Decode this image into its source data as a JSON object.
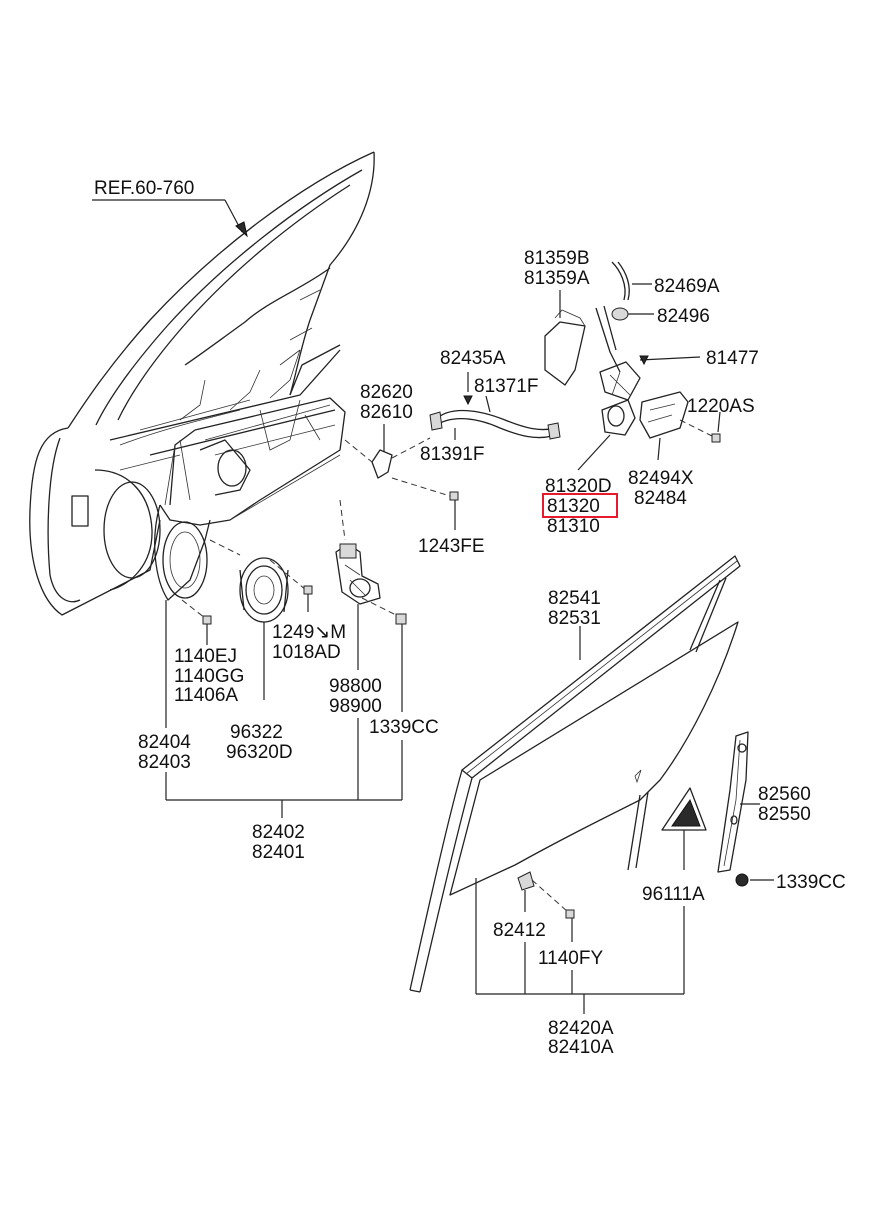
{
  "colors": {
    "highlight": "#e8192c",
    "line": "#222222",
    "background": "#ffffff"
  },
  "highlighted_part": "81320",
  "labels": {
    "ref": "REF.60-760",
    "p81359b": "81359B",
    "p81359a": "81359A",
    "p82469a": "82469A",
    "p82496": "82496",
    "p82435a": "82435A",
    "p81477": "81477",
    "p82620": "82620",
    "p82610": "82610",
    "p81371f": "81371F",
    "p1220as": "1220AS",
    "p81391f": "81391F",
    "p81320d": "81320D",
    "p81320": "81320",
    "p81310": "81310",
    "p82494x": "82494X",
    "p82484": "82484",
    "p1243fe": "1243FE",
    "p82541": "82541",
    "p82531": "82531",
    "p1249m": "1249↘M",
    "p1018ad": "1018AD",
    "p1140ej": "1140EJ",
    "p1140gg": "1140GG",
    "p11406a": "11406A",
    "p98800": "98800",
    "p98900": "98900",
    "p96322": "96322",
    "p96320d": "96320D",
    "p1339cc_a": "1339CC",
    "p82404": "82404",
    "p82403": "82403",
    "p82560": "82560",
    "p82550": "82550",
    "p82402": "82402",
    "p82401": "82401",
    "p96111a": "96111A",
    "p1339cc_b": "1339CC",
    "p82412": "82412",
    "p1140fy": "1140FY",
    "p82420a": "82420A",
    "p82410a": "82410A"
  }
}
